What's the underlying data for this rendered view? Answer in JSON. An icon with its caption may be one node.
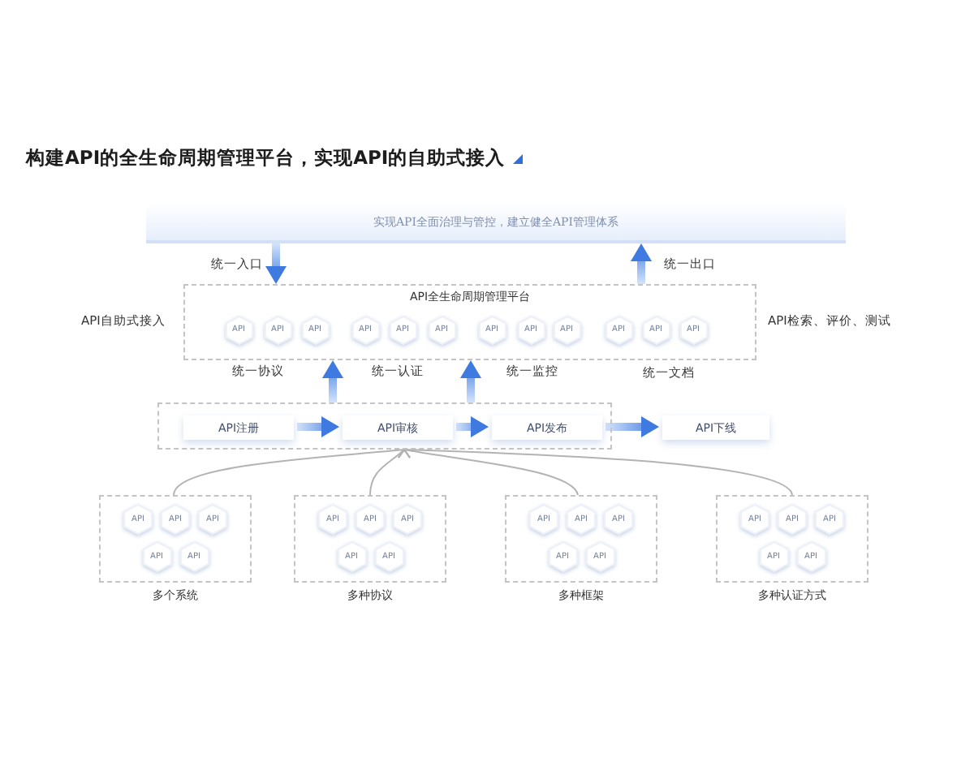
{
  "diagram": {
    "title": "构建API的全生命周期管理平台，实现API的自助式接入",
    "nodes": [
      {
        "text": [
          "实现API全面治理与管控，建立健全API管理体系"
        ]
      },
      {
        "text": [
          "API全生命周期管理平台"
        ]
      },
      {
        "text": [
          "API"
        ],
        "in": 1
      },
      {
        "text": [
          "API"
        ],
        "in": 1
      },
      {
        "text": [
          "API"
        ],
        "in": 1
      },
      {
        "text": [
          "API"
        ],
        "in": 1
      },
      {
        "text": [
          "API"
        ],
        "in": 1
      },
      {
        "text": [
          "API"
        ],
        "in": 1
      },
      {
        "text": [
          "API"
        ],
        "in": 1
      },
      {
        "text": [
          "API"
        ],
        "in": 1
      },
      {
        "text": [
          "API"
        ],
        "in": 1
      },
      {
        "text": [
          "API"
        ],
        "in": 1
      },
      {
        "text": [
          "API"
        ],
        "in": 1
      },
      {
        "text": [
          "API"
        ],
        "in": 1
      },
      {
        "text": [],
        "shape": "box"
      },
      {
        "text": [
          "API注册"
        ],
        "in": 14
      },
      {
        "text": [
          "API审核"
        ],
        "in": 14
      },
      {
        "text": [
          "API发布"
        ],
        "in": 14
      },
      {
        "text": [
          "API下线"
        ]
      },
      {
        "text": [
          "多个系统"
        ]
      },
      {
        "text": [
          "API"
        ],
        "in": 19
      },
      {
        "text": [
          "API"
        ],
        "in": 19
      },
      {
        "text": [
          "API"
        ],
        "in": 19
      },
      {
        "text": [
          "API"
        ],
        "in": 19
      },
      {
        "text": [
          "API"
        ],
        "in": 19
      },
      {
        "text": [
          "多种协议"
        ]
      },
      {
        "text": [
          "API"
        ],
        "in": 25
      },
      {
        "text": [
          "API"
        ],
        "in": 25
      },
      {
        "text": [
          "API"
        ],
        "in": 25
      },
      {
        "text": [
          "API"
        ],
        "in": 25
      },
      {
        "text": [
          "API"
        ],
        "in": 25
      },
      {
        "text": [
          "多种框架"
        ]
      },
      {
        "text": [
          "API"
        ],
        "in": 31
      },
      {
        "text": [
          "API"
        ],
        "in": 31
      },
      {
        "text": [
          "API"
        ],
        "in": 31
      },
      {
        "text": [
          "API"
        ],
        "in": 31
      },
      {
        "text": [
          "API"
        ],
        "in": 31
      },
      {
        "text": [
          "多种认证方式"
        ]
      },
      {
        "text": [
          "API"
        ],
        "in": 37
      },
      {
        "text": [
          "API"
        ],
        "in": 37
      },
      {
        "text": [
          "API"
        ],
        "in": 37
      },
      {
        "text": [
          "API"
        ],
        "in": 37
      },
      {
        "text": [
          "API"
        ],
        "in": 37
      }
    ],
    "edges": [
      {
        "from": 0,
        "to": 1,
        "arrow": "to",
        "label": "统一入口",
        "style": "thick"
      },
      {
        "from": 1,
        "to": 0,
        "arrow": "to",
        "label": "统一出口",
        "style": "thick"
      },
      {
        "from": 14,
        "to": 1,
        "arrow": "to",
        "style": "thick"
      },
      {
        "from": 14,
        "to": 1,
        "arrow": "to",
        "style": "thick"
      },
      {
        "from": 15,
        "to": 16,
        "arrow": "to",
        "style": "thick"
      },
      {
        "from": 16,
        "to": 17,
        "arrow": "to",
        "style": "thick"
      },
      {
        "from": 17,
        "to": 18,
        "arrow": "to",
        "style": "thick"
      },
      {
        "from": 19,
        "to": 14,
        "arrow": "to",
        "color": "#b3b3b3"
      },
      {
        "from": 25,
        "to": 14,
        "arrow": "to",
        "color": "#b3b3b3"
      },
      {
        "from": 31,
        "to": 14,
        "arrow": "to",
        "color": "#b3b3b3"
      },
      {
        "from": 37,
        "to": 14,
        "arrow": "to",
        "color": "#b3b3b3"
      }
    ],
    "labels": [
      "API自助式接入",
      "API检索、评价、测试",
      "统一协议",
      "统一认证",
      "统一监控",
      "统一文档"
    ]
  }
}
